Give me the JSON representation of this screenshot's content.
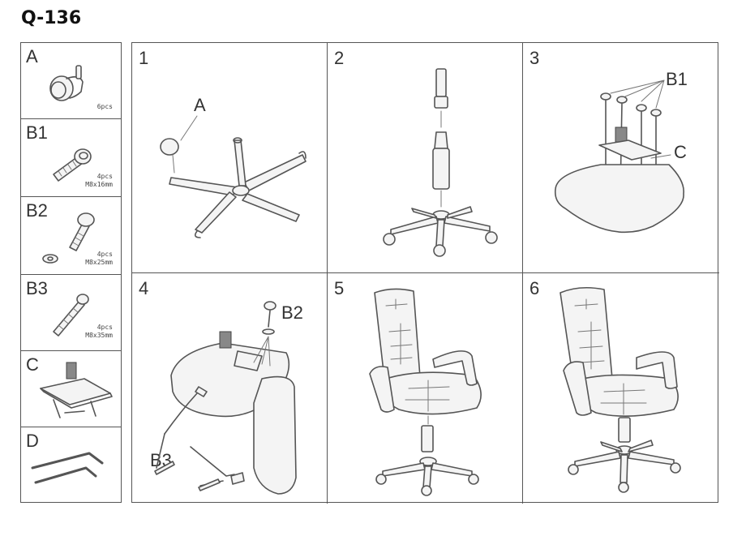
{
  "model": "Q-136",
  "parts": [
    {
      "label": "A",
      "qty": [
        "6pcs"
      ]
    },
    {
      "label": "B1",
      "qty": [
        "4pcs",
        "M8x16mm"
      ]
    },
    {
      "label": "B2",
      "qty": [
        "4pcs",
        "M8x25mm"
      ]
    },
    {
      "label": "B3",
      "qty": [
        "4pcs",
        "M8x35mm"
      ]
    },
    {
      "label": "C",
      "qty": []
    },
    {
      "label": "D",
      "qty": []
    }
  ],
  "steps": [
    {
      "number": "1",
      "callouts": [
        "A"
      ]
    },
    {
      "number": "2",
      "callouts": []
    },
    {
      "number": "3",
      "callouts": [
        "B1",
        "C"
      ]
    },
    {
      "number": "4",
      "callouts": [
        "B2",
        "B3"
      ]
    },
    {
      "number": "5",
      "callouts": []
    },
    {
      "number": "6",
      "callouts": []
    }
  ]
}
